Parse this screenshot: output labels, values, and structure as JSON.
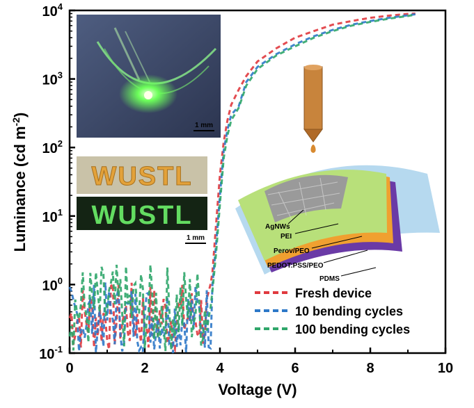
{
  "chart_data": {
    "type": "line",
    "title": "",
    "xlabel": "Voltage (V)",
    "ylabel_main": "Luminance (cd m",
    "ylabel_sup": "-2",
    "ylabel_tail": ")",
    "xlim": [
      0,
      10
    ],
    "ylim": [
      0.1,
      10000
    ],
    "yscale": "log",
    "grid": false,
    "legend_position": "bottom-right",
    "x_ticks": [
      {
        "value": 0,
        "label": "0"
      },
      {
        "value": 2,
        "label": "2"
      },
      {
        "value": 4,
        "label": "4"
      },
      {
        "value": 6,
        "label": "6"
      },
      {
        "value": 8,
        "label": "8"
      },
      {
        "value": 10,
        "label": "10"
      }
    ],
    "y_ticks": [
      {
        "value": 0.1,
        "base": "10",
        "exp": "-1"
      },
      {
        "value": 1,
        "base": "10",
        "exp": "0"
      },
      {
        "value": 10,
        "base": "10",
        "exp": "1"
      },
      {
        "value": 100,
        "base": "10",
        "exp": "2"
      },
      {
        "value": 1000,
        "base": "10",
        "exp": "3"
      },
      {
        "value": 10000,
        "base": "10",
        "exp": "4"
      }
    ],
    "series": [
      {
        "name": "Fresh device",
        "color": "#e0393e",
        "x": [
          3.8,
          3.9,
          4.0,
          4.1,
          4.2,
          4.3,
          4.5,
          4.7,
          5.0,
          5.5,
          6.0,
          6.5,
          7.0,
          7.5,
          8.0,
          8.5,
          9.0,
          9.2
        ],
        "y": [
          1.5,
          8,
          40,
          120,
          250,
          420,
          700,
          1100,
          1800,
          2800,
          4000,
          5000,
          6200,
          7000,
          7800,
          8400,
          8900,
          9000
        ],
        "noise_range": [
          0.1,
          1.1
        ]
      },
      {
        "name": "10 bending cycles",
        "color": "#2d78c8",
        "x": [
          3.8,
          3.9,
          4.0,
          4.1,
          4.2,
          4.3,
          4.5,
          4.7,
          5.0,
          5.5,
          6.0,
          6.5,
          7.0,
          7.5,
          8.0,
          8.5,
          9.0,
          9.2
        ],
        "y": [
          1.0,
          4,
          20,
          90,
          180,
          300,
          400,
          900,
          1500,
          2300,
          3200,
          4200,
          5200,
          6200,
          7000,
          7800,
          8500,
          8800
        ],
        "noise_range": [
          0.1,
          1.1
        ]
      },
      {
        "name": "100 bending cycles",
        "color": "#2fa66a",
        "x": [
          3.8,
          3.9,
          4.0,
          4.1,
          4.2,
          4.3,
          4.5,
          4.7,
          5.0,
          5.5,
          6.0,
          6.5,
          7.0,
          7.5,
          8.0,
          8.5,
          9.0,
          9.2
        ],
        "y": [
          0.8,
          3,
          15,
          70,
          150,
          250,
          380,
          800,
          1400,
          2200,
          3000,
          4000,
          5000,
          6000,
          6800,
          7600,
          8300,
          8700
        ],
        "noise_range": [
          0.1,
          2.0
        ]
      }
    ]
  },
  "insets": {
    "photo_scalebar": "1 mm",
    "text_image_word": "WUSTL",
    "text_image_scalebar": "1 mm",
    "device_layers": [
      "AgNWs",
      "PEI",
      "Perov/PEO",
      "PEDOT:PSS/PEO",
      "PDMS"
    ]
  },
  "colors": {
    "axis": "#000000",
    "photo_bg": "#3b4a66",
    "glow": "#7dff6a",
    "nozzle": "#c8843c",
    "layer_agnw": "#9a9a9a",
    "layer_perov": "#b8e07a",
    "layer_pei": "#f0a030",
    "layer_pedot": "#6a3aa6",
    "layer_pdms": "#a9d2ec"
  }
}
